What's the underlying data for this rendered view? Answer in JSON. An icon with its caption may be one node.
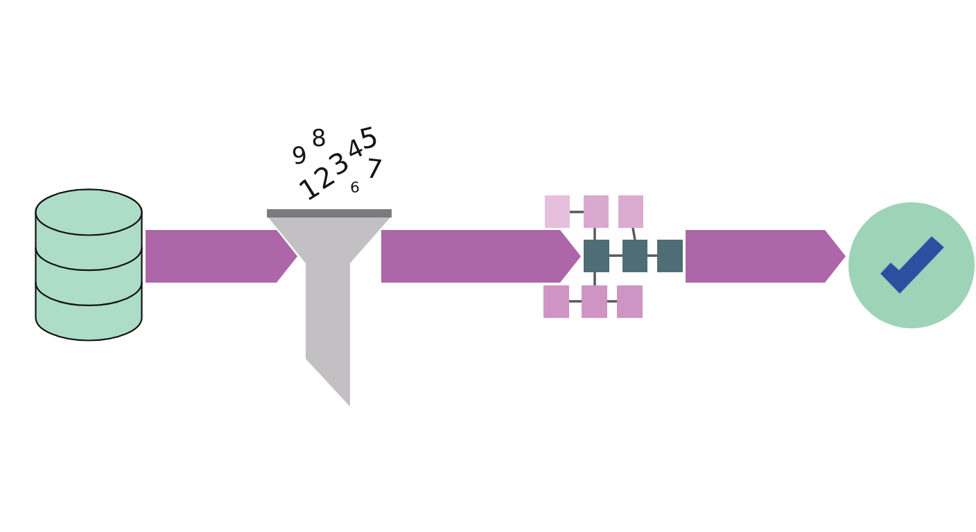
{
  "diagram": {
    "nodes": [
      {
        "text": [],
        "shape": "cylinder"
      },
      {
        "text": [],
        "shape": "funnel",
        "beside": [
          "9",
          "8",
          "1",
          "2",
          "3",
          "4",
          "5",
          "6",
          "7"
        ]
      },
      {
        "text": [],
        "shape": "picture"
      },
      {
        "text": [],
        "shape": "circle"
      }
    ],
    "edges": [
      {
        "from": 0,
        "to": 1,
        "arrow": "to"
      },
      {
        "from": 1,
        "to": 2,
        "arrow": "to"
      },
      {
        "from": 2,
        "to": 3,
        "arrow": "to"
      }
    ]
  }
}
